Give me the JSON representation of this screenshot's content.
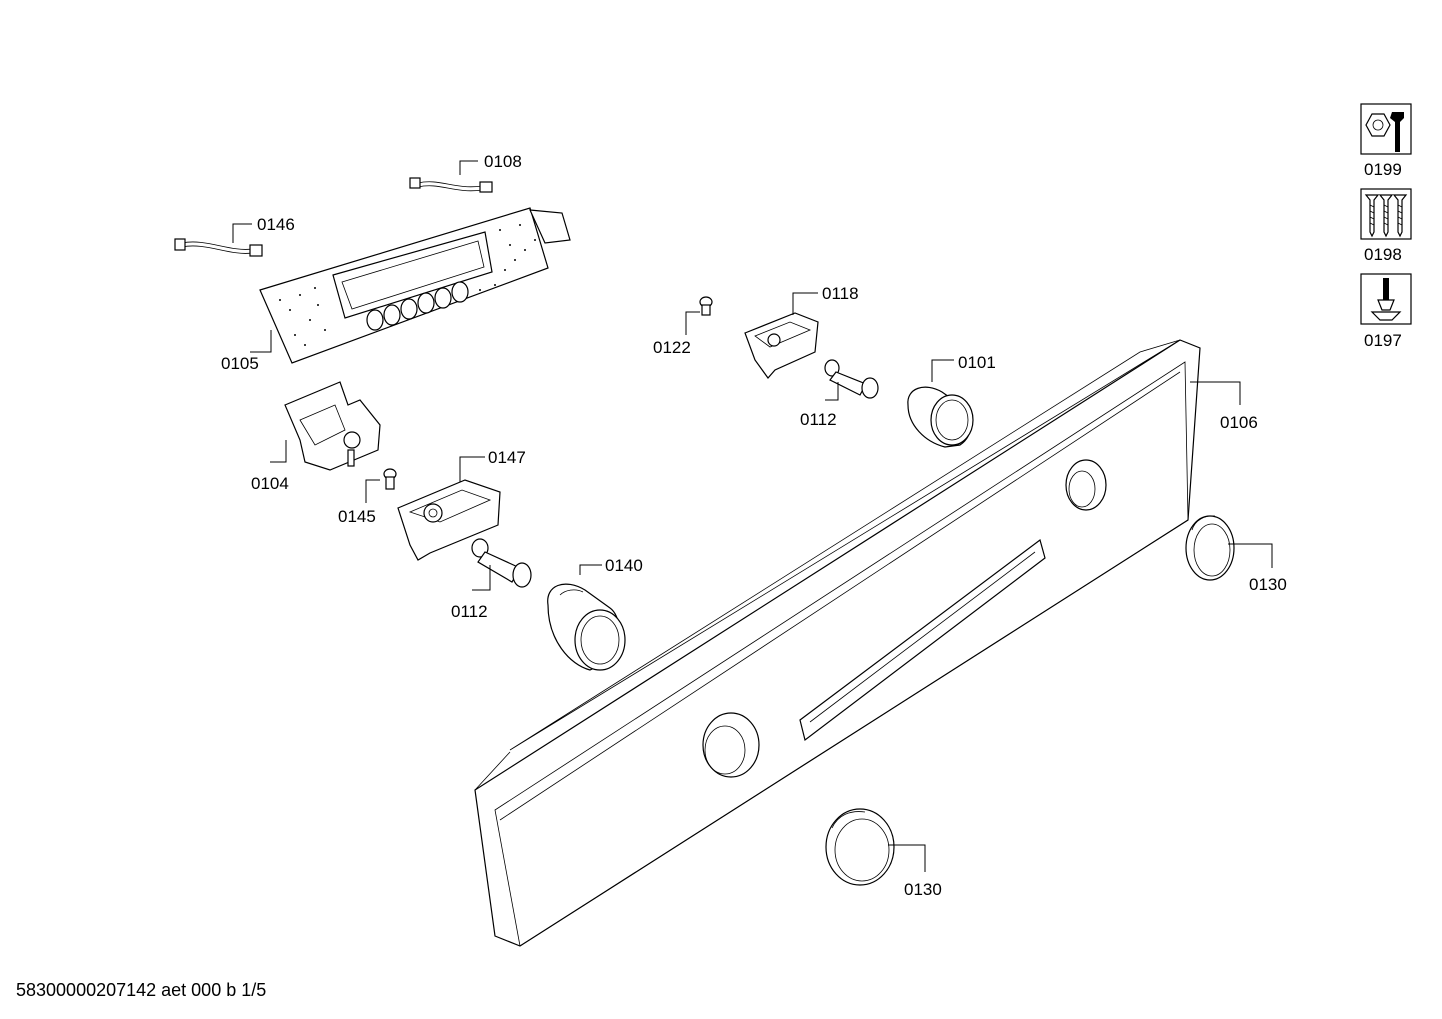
{
  "parts": [
    {
      "id": "0108",
      "label": "0108"
    },
    {
      "id": "0146",
      "label": "0146"
    },
    {
      "id": "0105",
      "label": "0105"
    },
    {
      "id": "0104",
      "label": "0104"
    },
    {
      "id": "0145",
      "label": "0145"
    },
    {
      "id": "0147",
      "label": "0147"
    },
    {
      "id": "0112a",
      "label": "0112"
    },
    {
      "id": "0140",
      "label": "0140"
    },
    {
      "id": "0122",
      "label": "0122"
    },
    {
      "id": "0118",
      "label": "0118"
    },
    {
      "id": "0112b",
      "label": "0112"
    },
    {
      "id": "0101",
      "label": "0101"
    },
    {
      "id": "0106",
      "label": "0106"
    },
    {
      "id": "0130a",
      "label": "0130"
    },
    {
      "id": "0130b",
      "label": "0130"
    }
  ],
  "legend": [
    {
      "label": "0199",
      "icon": "wrench-nut-icon"
    },
    {
      "label": "0198",
      "icon": "screws-icon"
    },
    {
      "label": "0197",
      "icon": "screwdriver-icon"
    }
  ],
  "footer": "58300000207142 aet 000 b 1/5"
}
